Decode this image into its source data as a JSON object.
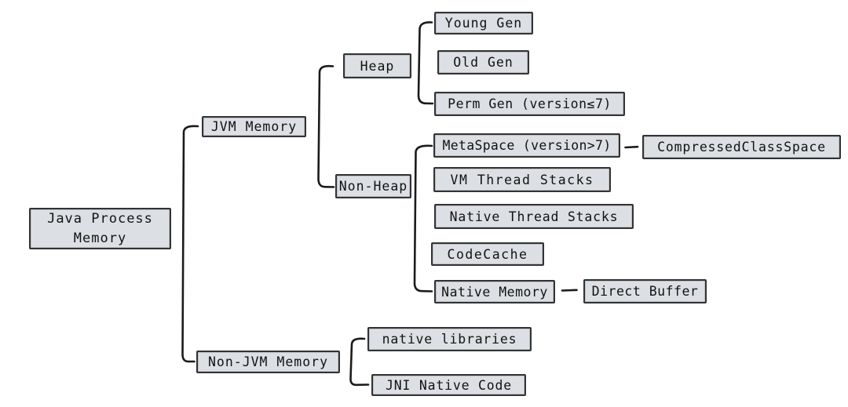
{
  "diagram_title": "Java Process Memory",
  "colors": {
    "background": "#ffffff",
    "node_fill": "#dce0e4",
    "node_border": "#333333",
    "line": "#1b1b1b",
    "text": "#121212"
  },
  "nodes": {
    "root": {
      "label": "Java Process Memory"
    },
    "jvm_memory": {
      "label": "JVM Memory"
    },
    "non_jvm_memory": {
      "label": "Non-JVM Memory"
    },
    "heap": {
      "label": "Heap"
    },
    "non_heap": {
      "label": "Non-Heap"
    },
    "young_gen": {
      "label": "Young Gen"
    },
    "old_gen": {
      "label": "Old Gen"
    },
    "perm_gen": {
      "label": "Perm Gen (version≤7)"
    },
    "metaspace": {
      "label": "MetaSpace (version>7)"
    },
    "compressed_class_space": {
      "label": "CompressedClassSpace"
    },
    "vm_thread_stacks": {
      "label": "VM Thread Stacks"
    },
    "native_thread_stacks": {
      "label": "Native Thread Stacks"
    },
    "code_cache": {
      "label": "CodeCache"
    },
    "native_memory": {
      "label": "Native Memory"
    },
    "direct_buffer": {
      "label": "Direct Buffer"
    },
    "native_libraries": {
      "label": "native libraries"
    },
    "jni_native_code": {
      "label": "JNI Native Code"
    }
  },
  "edges": [
    {
      "from": "root",
      "to": "jvm_memory"
    },
    {
      "from": "root",
      "to": "non_jvm_memory"
    },
    {
      "from": "jvm_memory",
      "to": "heap"
    },
    {
      "from": "jvm_memory",
      "to": "non_heap"
    },
    {
      "from": "heap",
      "to": "young_gen"
    },
    {
      "from": "heap",
      "to": "old_gen"
    },
    {
      "from": "heap",
      "to": "perm_gen"
    },
    {
      "from": "non_heap",
      "to": "metaspace"
    },
    {
      "from": "non_heap",
      "to": "vm_thread_stacks"
    },
    {
      "from": "non_heap",
      "to": "native_thread_stacks"
    },
    {
      "from": "non_heap",
      "to": "code_cache"
    },
    {
      "from": "non_heap",
      "to": "native_memory"
    },
    {
      "from": "metaspace",
      "to": "compressed_class_space"
    },
    {
      "from": "native_memory",
      "to": "direct_buffer"
    },
    {
      "from": "non_jvm_memory",
      "to": "native_libraries"
    },
    {
      "from": "non_jvm_memory",
      "to": "jni_native_code"
    }
  ]
}
